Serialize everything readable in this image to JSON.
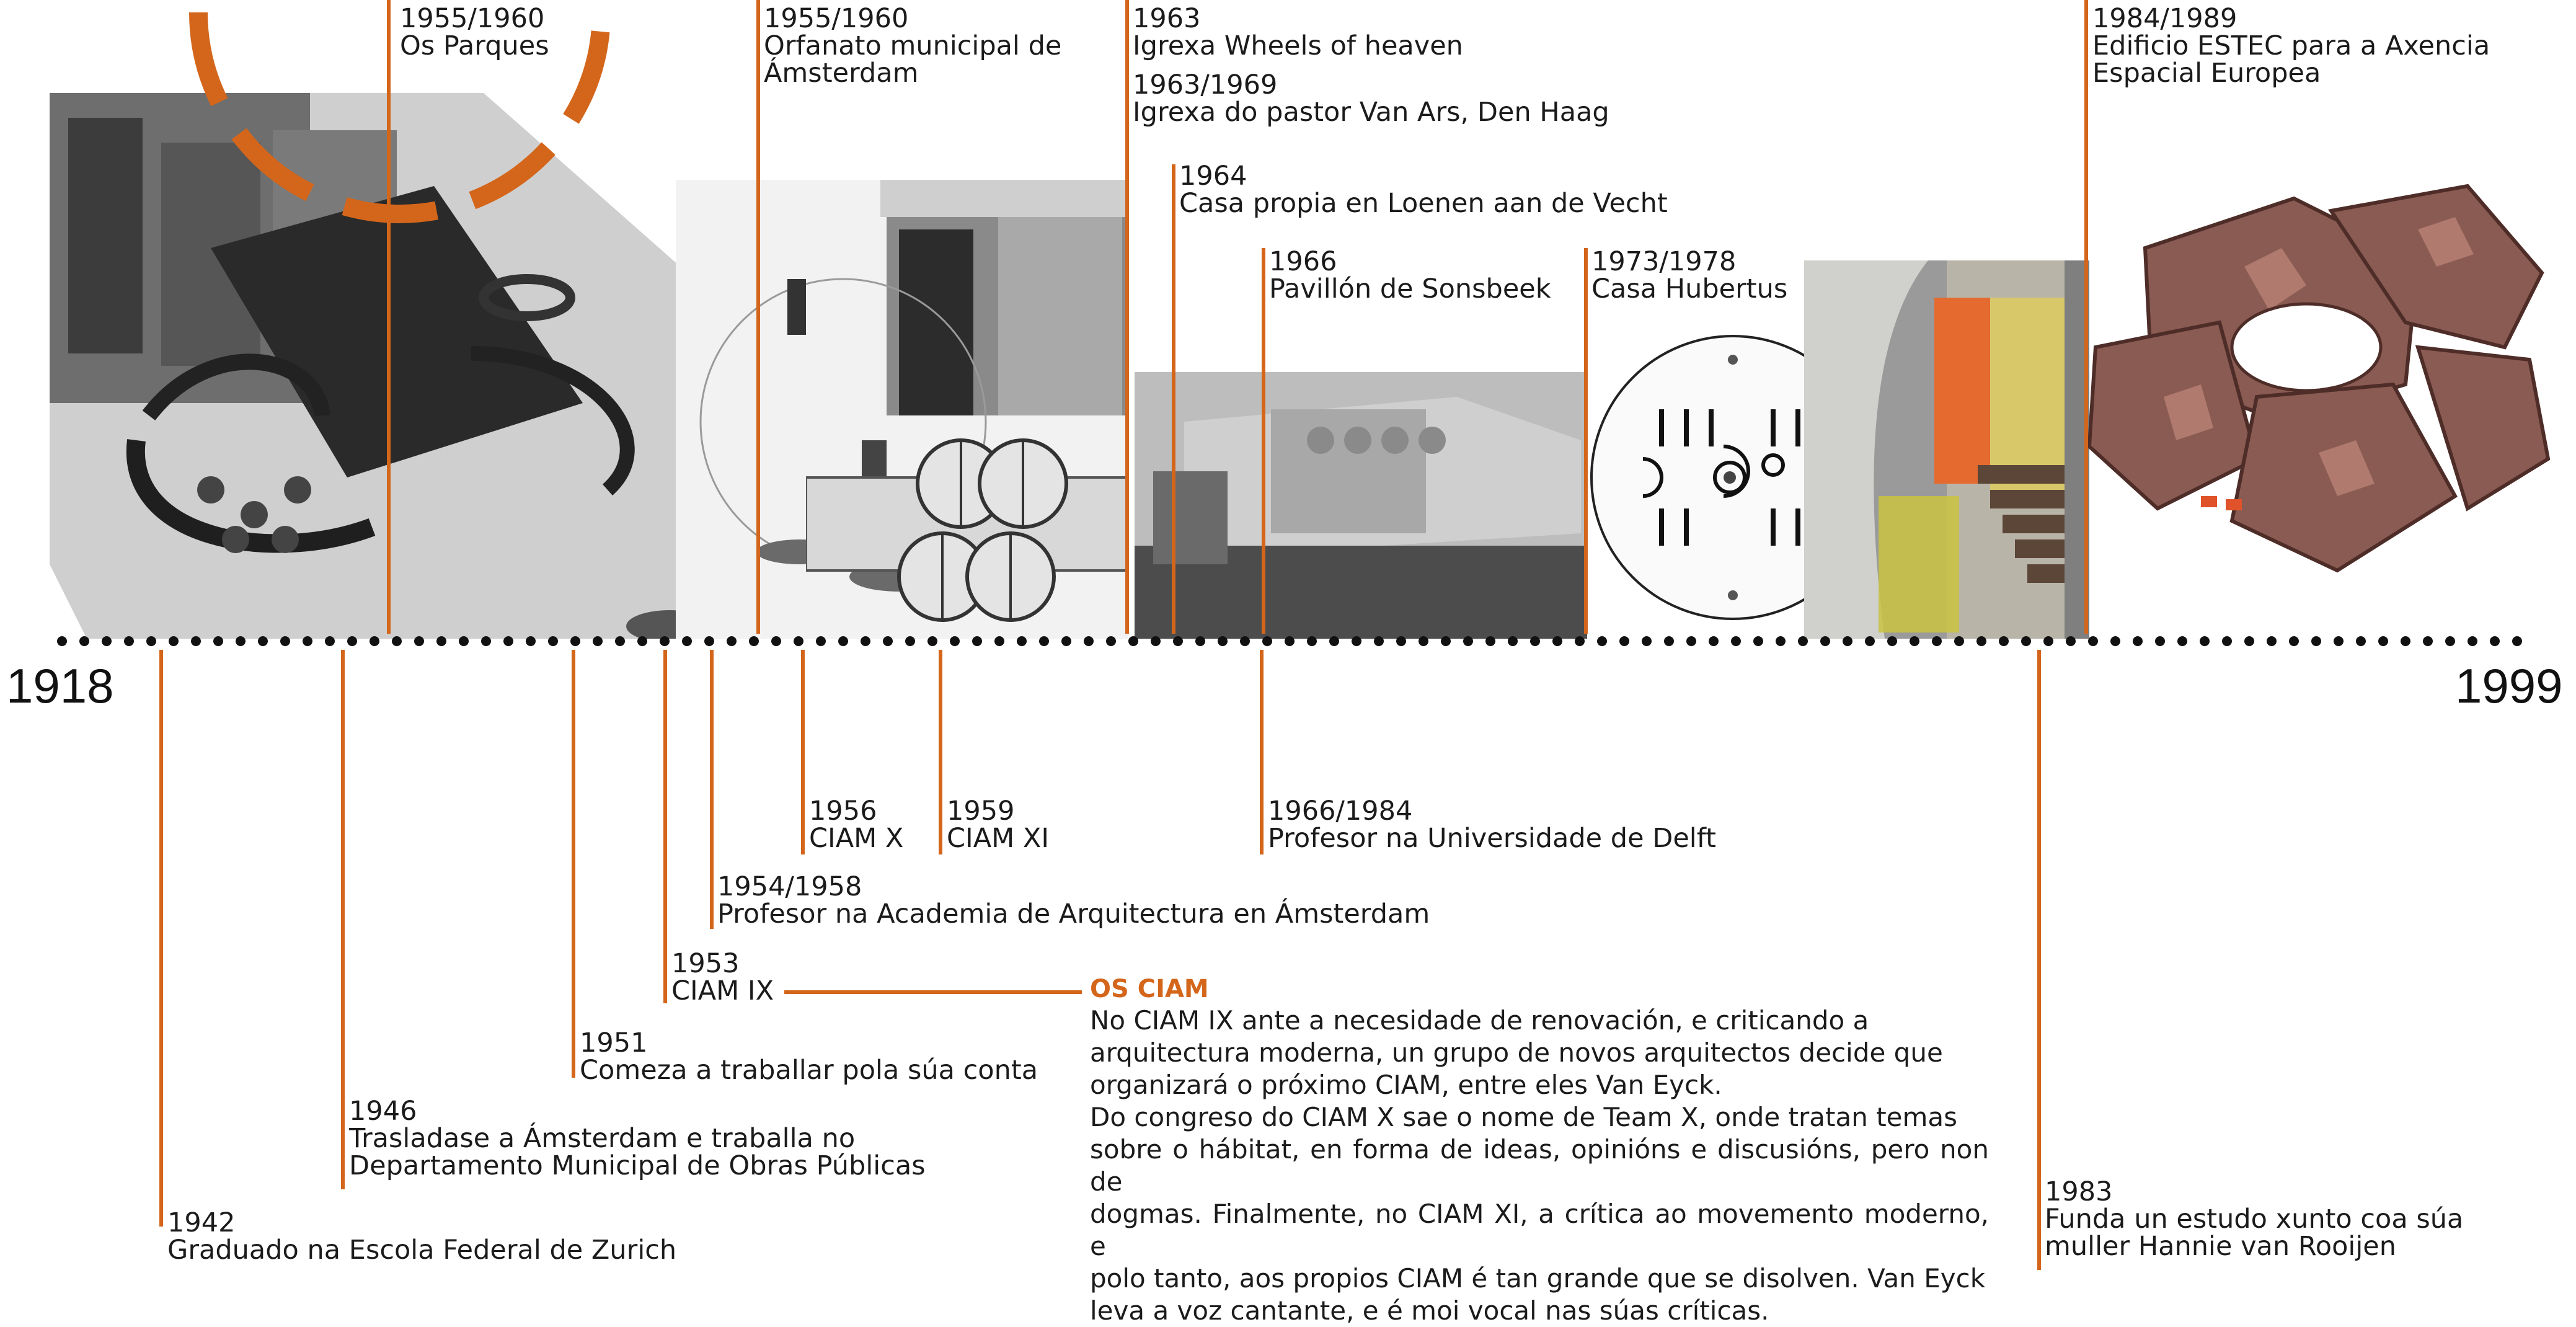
{
  "timeline": {
    "start_year": "1918",
    "end_year": "1999",
    "accent_color": "#d4661b"
  },
  "works_above": [
    {
      "date": "1955/1960",
      "title": "Os Parques"
    },
    {
      "date": "1955/1960",
      "title": "Orfanato municipal de",
      "title2": "Ámsterdam"
    },
    {
      "date": "1963",
      "title": "Igrexa Wheels of heaven"
    },
    {
      "date": "1963/1969",
      "title": "Igrexa do pastor Van Ars, Den Haag"
    },
    {
      "date": "1964",
      "title": "Casa propia en Loenen aan de Vecht"
    },
    {
      "date": "1966",
      "title": "Pavillón de Sonsbeek"
    },
    {
      "date": "1973/1978",
      "title": "Casa Hubertus"
    },
    {
      "date": "1984/1989",
      "title": "Edificio ESTEC para a Axencia",
      "title2": "Espacial Europea"
    }
  ],
  "events_below": [
    {
      "date": "1956",
      "title": "CIAM X"
    },
    {
      "date": "1959",
      "title": "CIAM XI"
    },
    {
      "date": "1966/1984",
      "title": "Profesor na Universidade de Delft"
    },
    {
      "date": "1954/1958",
      "title": "Profesor na Academia de Arquitectura en Ámsterdam"
    },
    {
      "date": "1953",
      "title": "CIAM IX"
    },
    {
      "date": "1951",
      "title": "Comeza a traballar pola súa conta"
    },
    {
      "date": "1946",
      "title": "Trasladase a Ámsterdam e traballa no",
      "title2": "Departamento Municipal de Obras Públicas"
    },
    {
      "date": "1942",
      "title": "Graduado na Escola Federal de Zurich"
    },
    {
      "date": "1983",
      "title": "Funda un estudo xunto coa súa",
      "title2": "muller Hannie van Rooijen"
    }
  ],
  "ciam_box": {
    "heading": "OS CIAM",
    "lines": [
      "No CIAM IX ante a necesidade de renovación, e criticando a",
      "arquitectura moderna, un grupo de novos arquitectos decide que",
      "organizará o próximo CIAM, entre eles Van Eyck.",
      "Do congreso do CIAM X sae o nome de Team X, onde tratan temas",
      "sobre o hábitat, en forma de ideas, opinións e discusións, pero non de",
      "dogmas. Finalmente, no CIAM XI, a crítica ao movemento moderno, e",
      "polo tanto, aos propios CIAM é tan grande que se disolven. Van Eyck",
      "leva a voz cantante, e é moi vocal nas súas críticas."
    ]
  },
  "images": [
    {
      "name": "playground-photo"
    },
    {
      "name": "orphanage-photo"
    },
    {
      "name": "orphanage-plan"
    },
    {
      "name": "sonsbeek-photo"
    },
    {
      "name": "church-photo"
    },
    {
      "name": "hubertus-plan"
    },
    {
      "name": "hubertus-stair-photo"
    },
    {
      "name": "estec-photo"
    }
  ]
}
